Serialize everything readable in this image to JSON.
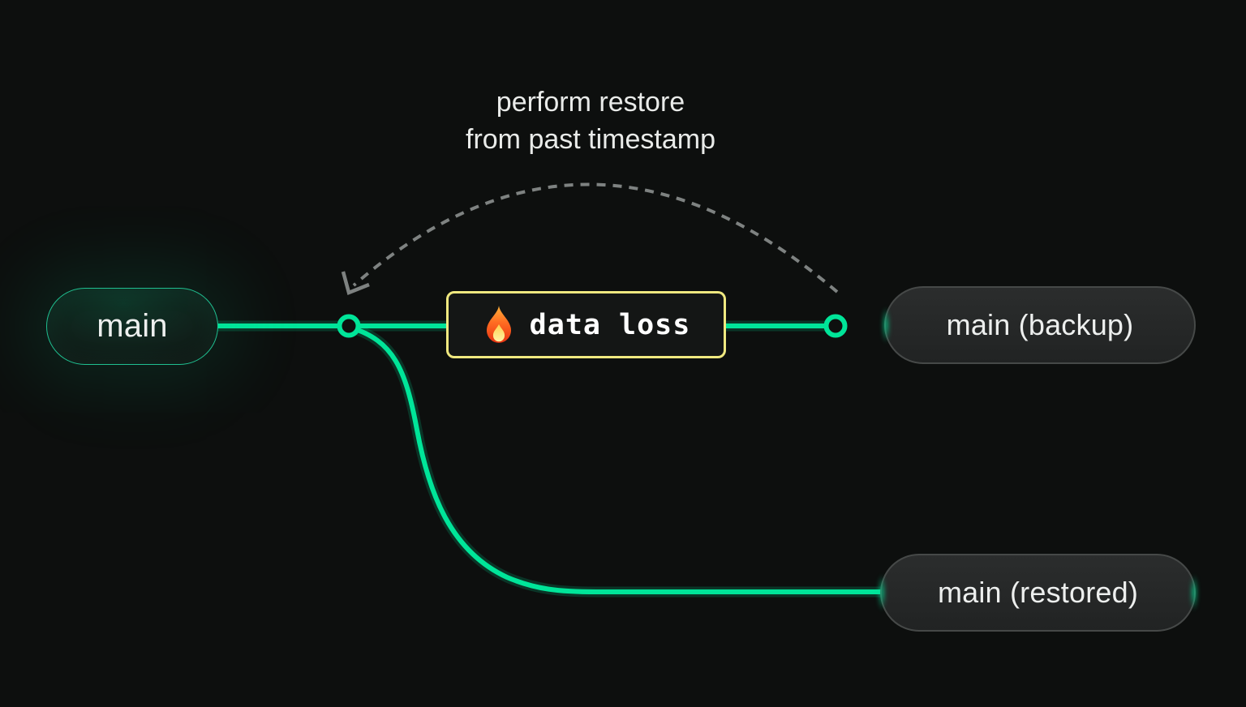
{
  "annotation": {
    "line1": "perform restore",
    "line2": "from past timestamp"
  },
  "nodes": {
    "main": {
      "label": "main"
    },
    "backup": {
      "label": "main (backup)"
    },
    "restored": {
      "label": "main (restored)"
    }
  },
  "event": {
    "label": "data loss",
    "icon": "fire-icon"
  },
  "colors": {
    "bg": "#0d0f0e",
    "accent_green": "#00e599",
    "accent_green_dim": "#1fbf90",
    "warning_yellow": "#efe87f",
    "wire_gray": "#7e8281",
    "text_primary": "#edefee",
    "pill_border_gray": "#464948",
    "pill_bg_top": "#2b2d2d",
    "pill_bg_bottom": "#212323",
    "node_fill": "#0e100f",
    "box_bg": "#141615"
  }
}
